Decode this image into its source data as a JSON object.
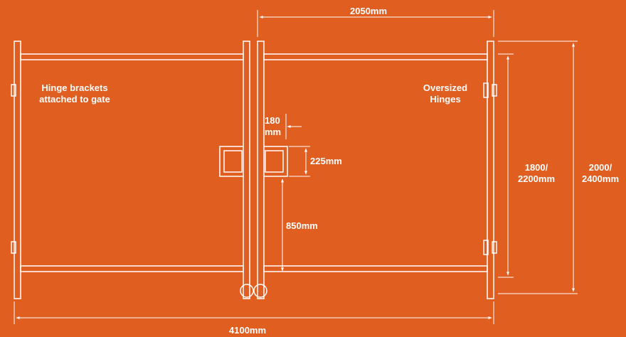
{
  "colors": {
    "background": "#E05E20",
    "line": "#FFFFFF"
  },
  "labels": {
    "top_width": "2050mm",
    "bottom_width": "4100mm",
    "left_note_line1": "Hinge brackets",
    "left_note_line2": "attached to gate",
    "right_note_line1": "Oversized",
    "right_note_line2": "Hinges",
    "gap_line1": "180",
    "gap_line2": "mm",
    "lock_height": "225mm",
    "lock_offset": "850mm",
    "inner_height_line1": "1800/",
    "inner_height_line2": "2200mm",
    "outer_height_line1": "2000/",
    "outer_height_line2": "2400mm"
  }
}
